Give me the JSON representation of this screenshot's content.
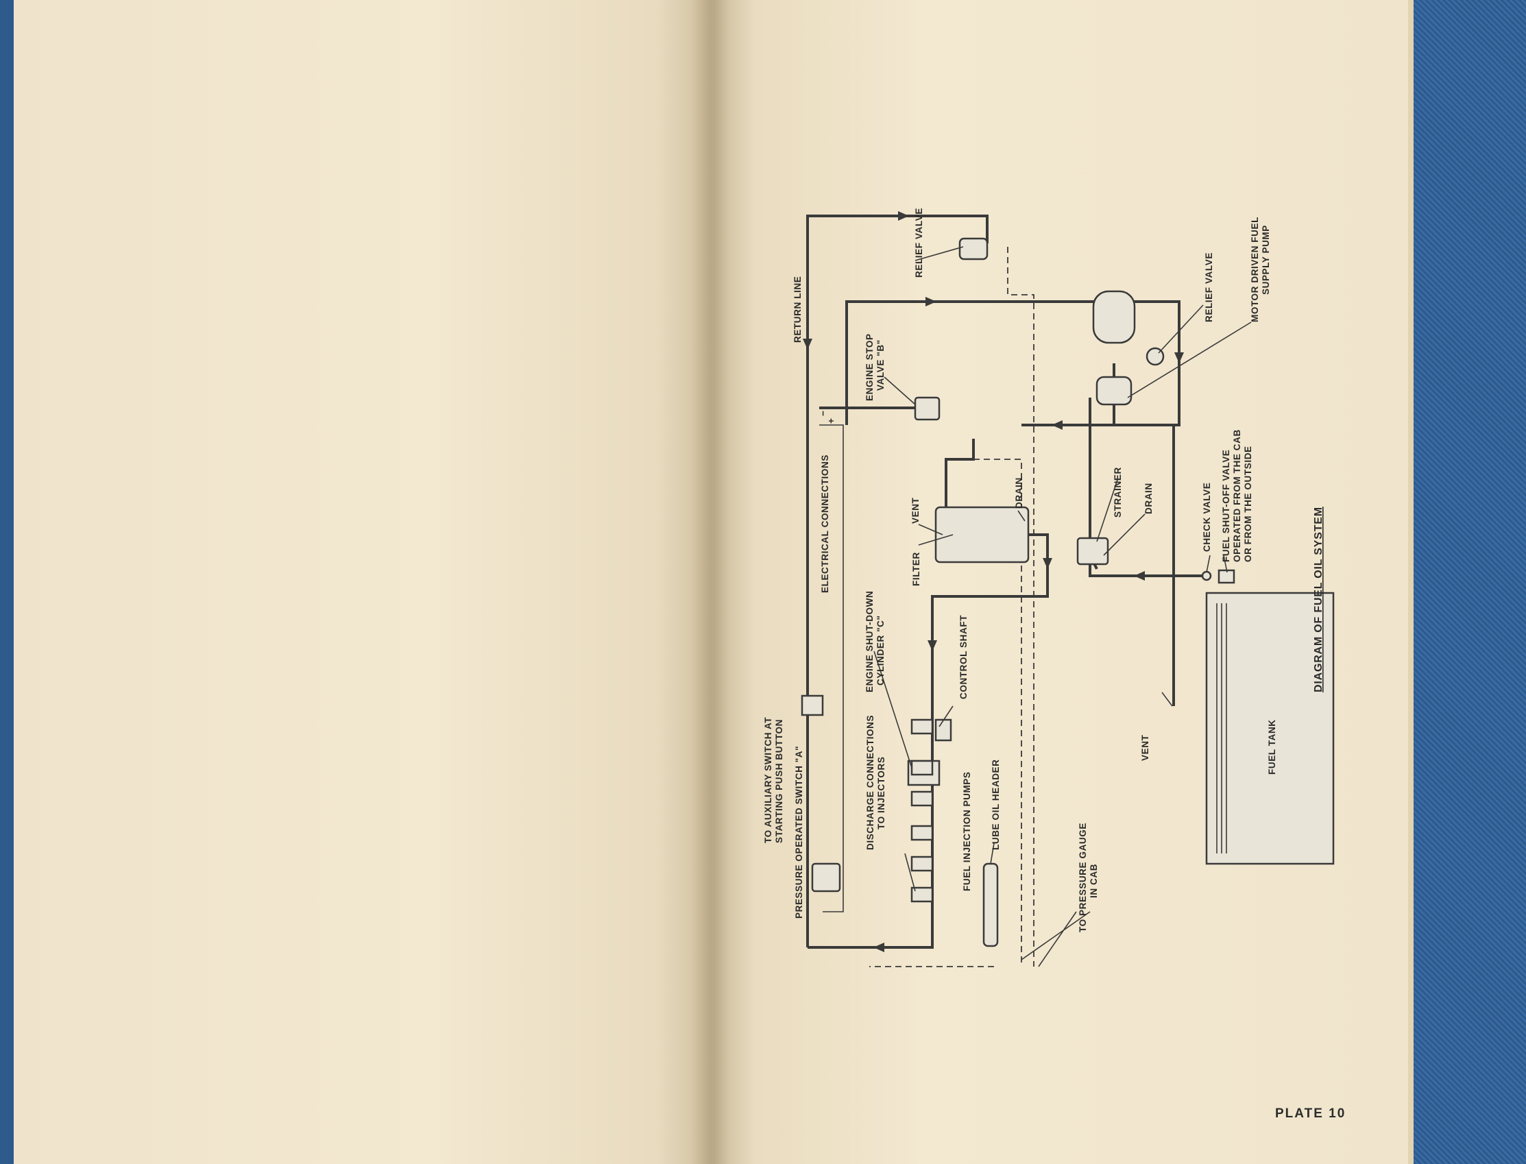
{
  "page": {
    "plate_label": "PLATE 10"
  },
  "diagram": {
    "title": "DIAGRAM OF FUEL OIL SYSTEM",
    "labels": {
      "return_line": "RETURN LINE",
      "relief_valve_top": "RELIEF VALVE",
      "engine_stop_valve_1": "ENGINE STOP",
      "engine_stop_valve_2": "VALVE \"B\"",
      "aux_switch_1": "TO AUXILIARY SWITCH AT",
      "aux_switch_2": "STARTING PUSH BUTTON",
      "electrical_connections": "ELECTRICAL CONNECTIONS",
      "vent_filter": "VENT",
      "drain_filter": "DRAIN",
      "filter": "FILTER",
      "shutdown_1": "ENGINE SHUT-DOWN",
      "shutdown_2": "CYLINDER \"C\"",
      "control_shaft": "CONTROL SHAFT",
      "pressure_switch": "PRESSURE OPERATED SWITCH \"A\"",
      "discharge_1": "DISCHARGE CONNECTIONS",
      "discharge_2": "TO INJECTORS",
      "injection_pumps": "FUEL INJECTION PUMPS",
      "lube_header": "LUBE OIL HEADER",
      "gauge_1": "TO PRESSURE GAUGE",
      "gauge_2": "IN CAB",
      "relief_valve_right": "RELIEF VALVE",
      "motor_pump_1": "MOTOR DRIVEN FUEL",
      "motor_pump_2": "SUPPLY PUMP",
      "strainer": "STRAINER",
      "drain_strainer": "DRAIN",
      "check_valve": "CHECK VALVE",
      "shutoff_1": "FUEL SHUT-OFF VALVE",
      "shutoff_2": "OPERATED FROM THE CAB",
      "shutoff_3": "OR FROM THE OUTSIDE",
      "vent_tank": "VENT",
      "fuel_tank": "FUEL TANK",
      "plus": "+",
      "minus": "−"
    }
  }
}
